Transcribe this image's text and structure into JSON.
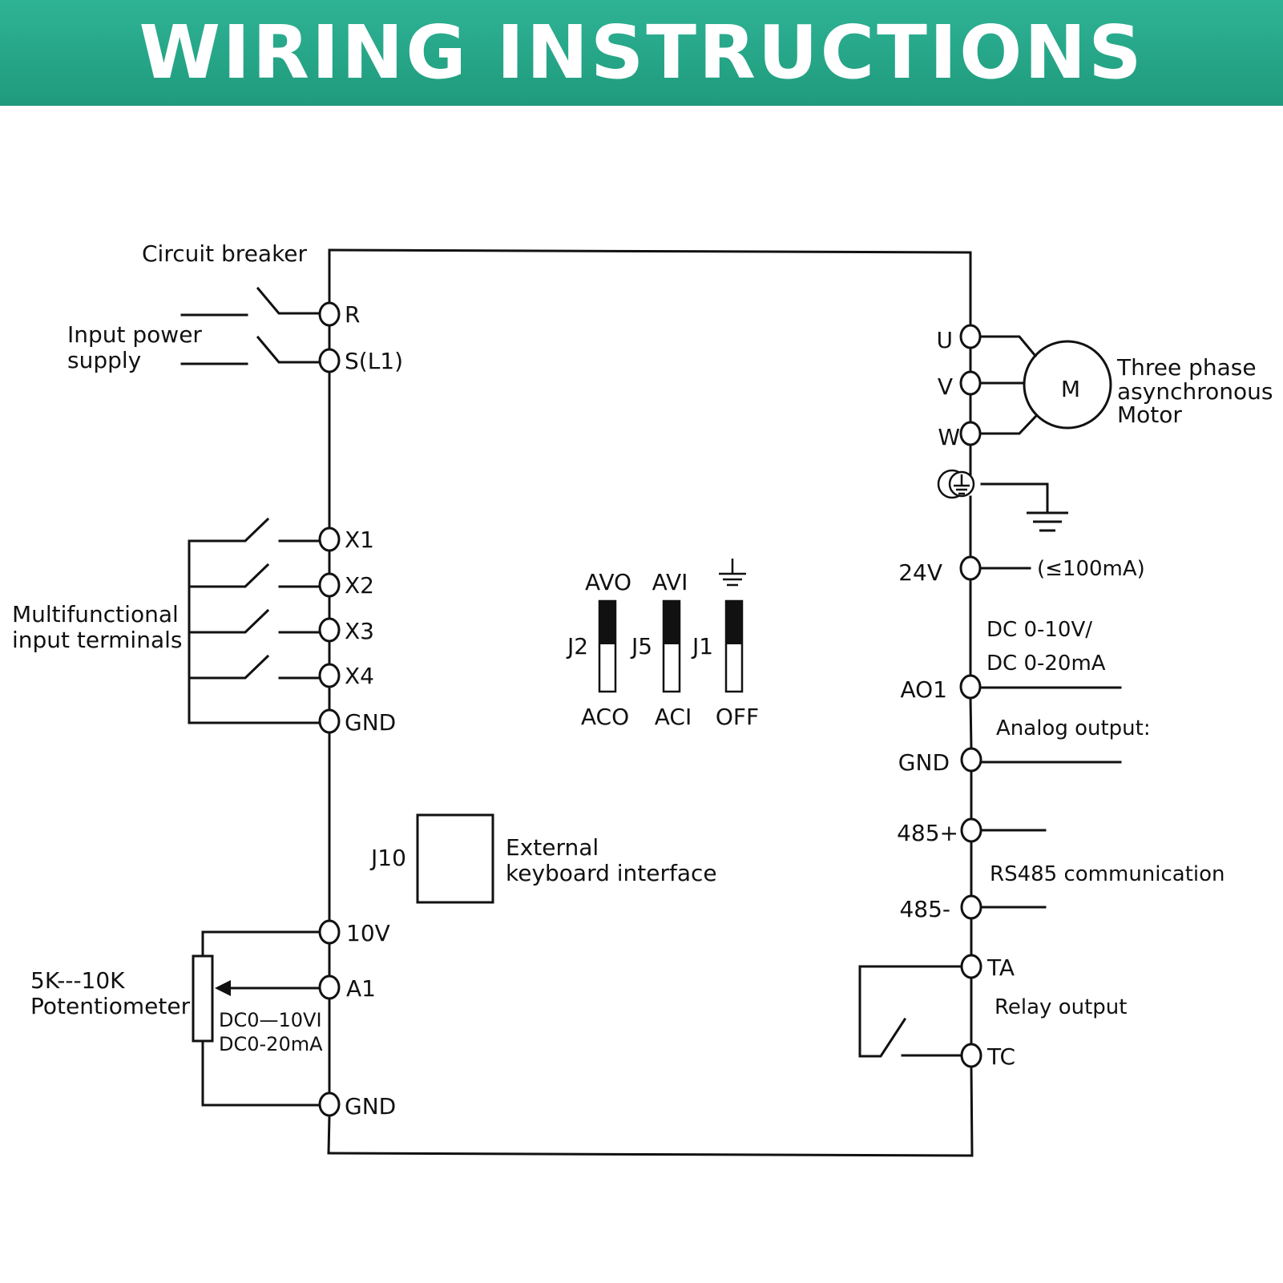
{
  "header": {
    "title": "WIRING INSTRUCTIONS",
    "background_color": "#26a688"
  },
  "labels": {
    "circuit_breaker": "Circuit breaker",
    "input_power_line1": "Input power",
    "input_power_line2": "supply",
    "multifunctional_line1": "Multifunctional",
    "multifunctional_line2": "input terminals",
    "potentiometer_line1": "5K---10K",
    "potentiometer_line2": "Potentiometer",
    "analog_input_line1": "DC0—10VI",
    "analog_input_line2": "DC0-20mA",
    "keyboard_connector": "J10",
    "keyboard_line1": "External",
    "keyboard_line2": "keyboard interface",
    "motor_symbol": "M",
    "motor_line1": "Three phase",
    "motor_line2": "asynchronous",
    "motor_line3": "Motor",
    "supply_24v_limit": "(≤100mA)",
    "analog_range_line1": "DC 0-10V/",
    "analog_range_line2": "DC 0-20mA",
    "analog_output": "Analog output:",
    "rs485": "RS485 communication",
    "relay_output": "Relay output"
  },
  "terminals": {
    "r": "R",
    "s_l1": "S(L1)",
    "x1": "X1",
    "x2": "X2",
    "x3": "X3",
    "x4": "X4",
    "gnd_inputs": "GND",
    "v10": "10V",
    "a1": "A1",
    "gnd_analog": "GND",
    "u": "U",
    "v": "V",
    "w": "W",
    "v24": "24V",
    "ao1": "AO1",
    "gnd_ao": "GND",
    "rs485_plus": "485+",
    "rs485_minus": "485-",
    "ta": "TA",
    "tc": "TC"
  },
  "jumpers": {
    "j2": {
      "name": "J2",
      "top": "AVO",
      "bottom": "ACO"
    },
    "j5": {
      "name": "J5",
      "top": "AVI",
      "bottom": "ACI"
    },
    "j1": {
      "name": "J1",
      "top_icon": "ground-icon",
      "bottom": "OFF"
    }
  },
  "icons": {
    "earth_terminal": "protective-earth-icon",
    "ground": "ground-icon"
  }
}
